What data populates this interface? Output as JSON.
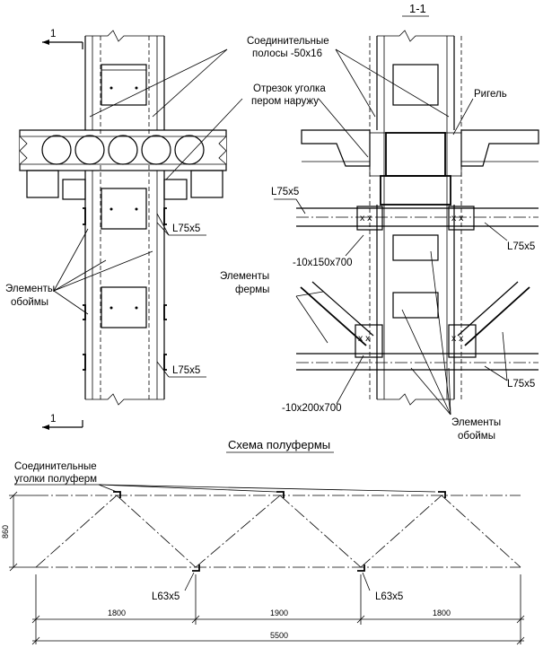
{
  "labels": {
    "section_mark": "1-1",
    "cut_mark_top": "1",
    "cut_mark_bottom": "1",
    "connecting_strips": [
      "Соединительные",
      "полосы -50x16"
    ],
    "angle_segment": [
      "Отрезок уголка",
      "пером наружу"
    ],
    "crossbar": "Ригель",
    "angle_left_upper": "L75x5",
    "angle_left_lower": "L75x5",
    "angle_section_left": "L75x5",
    "angle_section_right_upper": "L75x5",
    "angle_section_right_lower": "L75x5",
    "clip_elements_left": [
      "Элементы",
      "обоймы"
    ],
    "plate_upper": "-10x150x700",
    "truss_elements": [
      "Элементы",
      "фермы"
    ],
    "plate_lower": "-10x200x700",
    "clip_elements_right": [
      "Элементы",
      "обоймы"
    ]
  },
  "scheme": {
    "title": "Схема полуфермы",
    "connecting_angles": [
      "Соединительные",
      "уголки полуферм"
    ],
    "profile_left": "L63x5",
    "profile_right": "L63x5",
    "height": "860",
    "spans": [
      "1800",
      "1900",
      "1800"
    ],
    "total": "5500"
  }
}
